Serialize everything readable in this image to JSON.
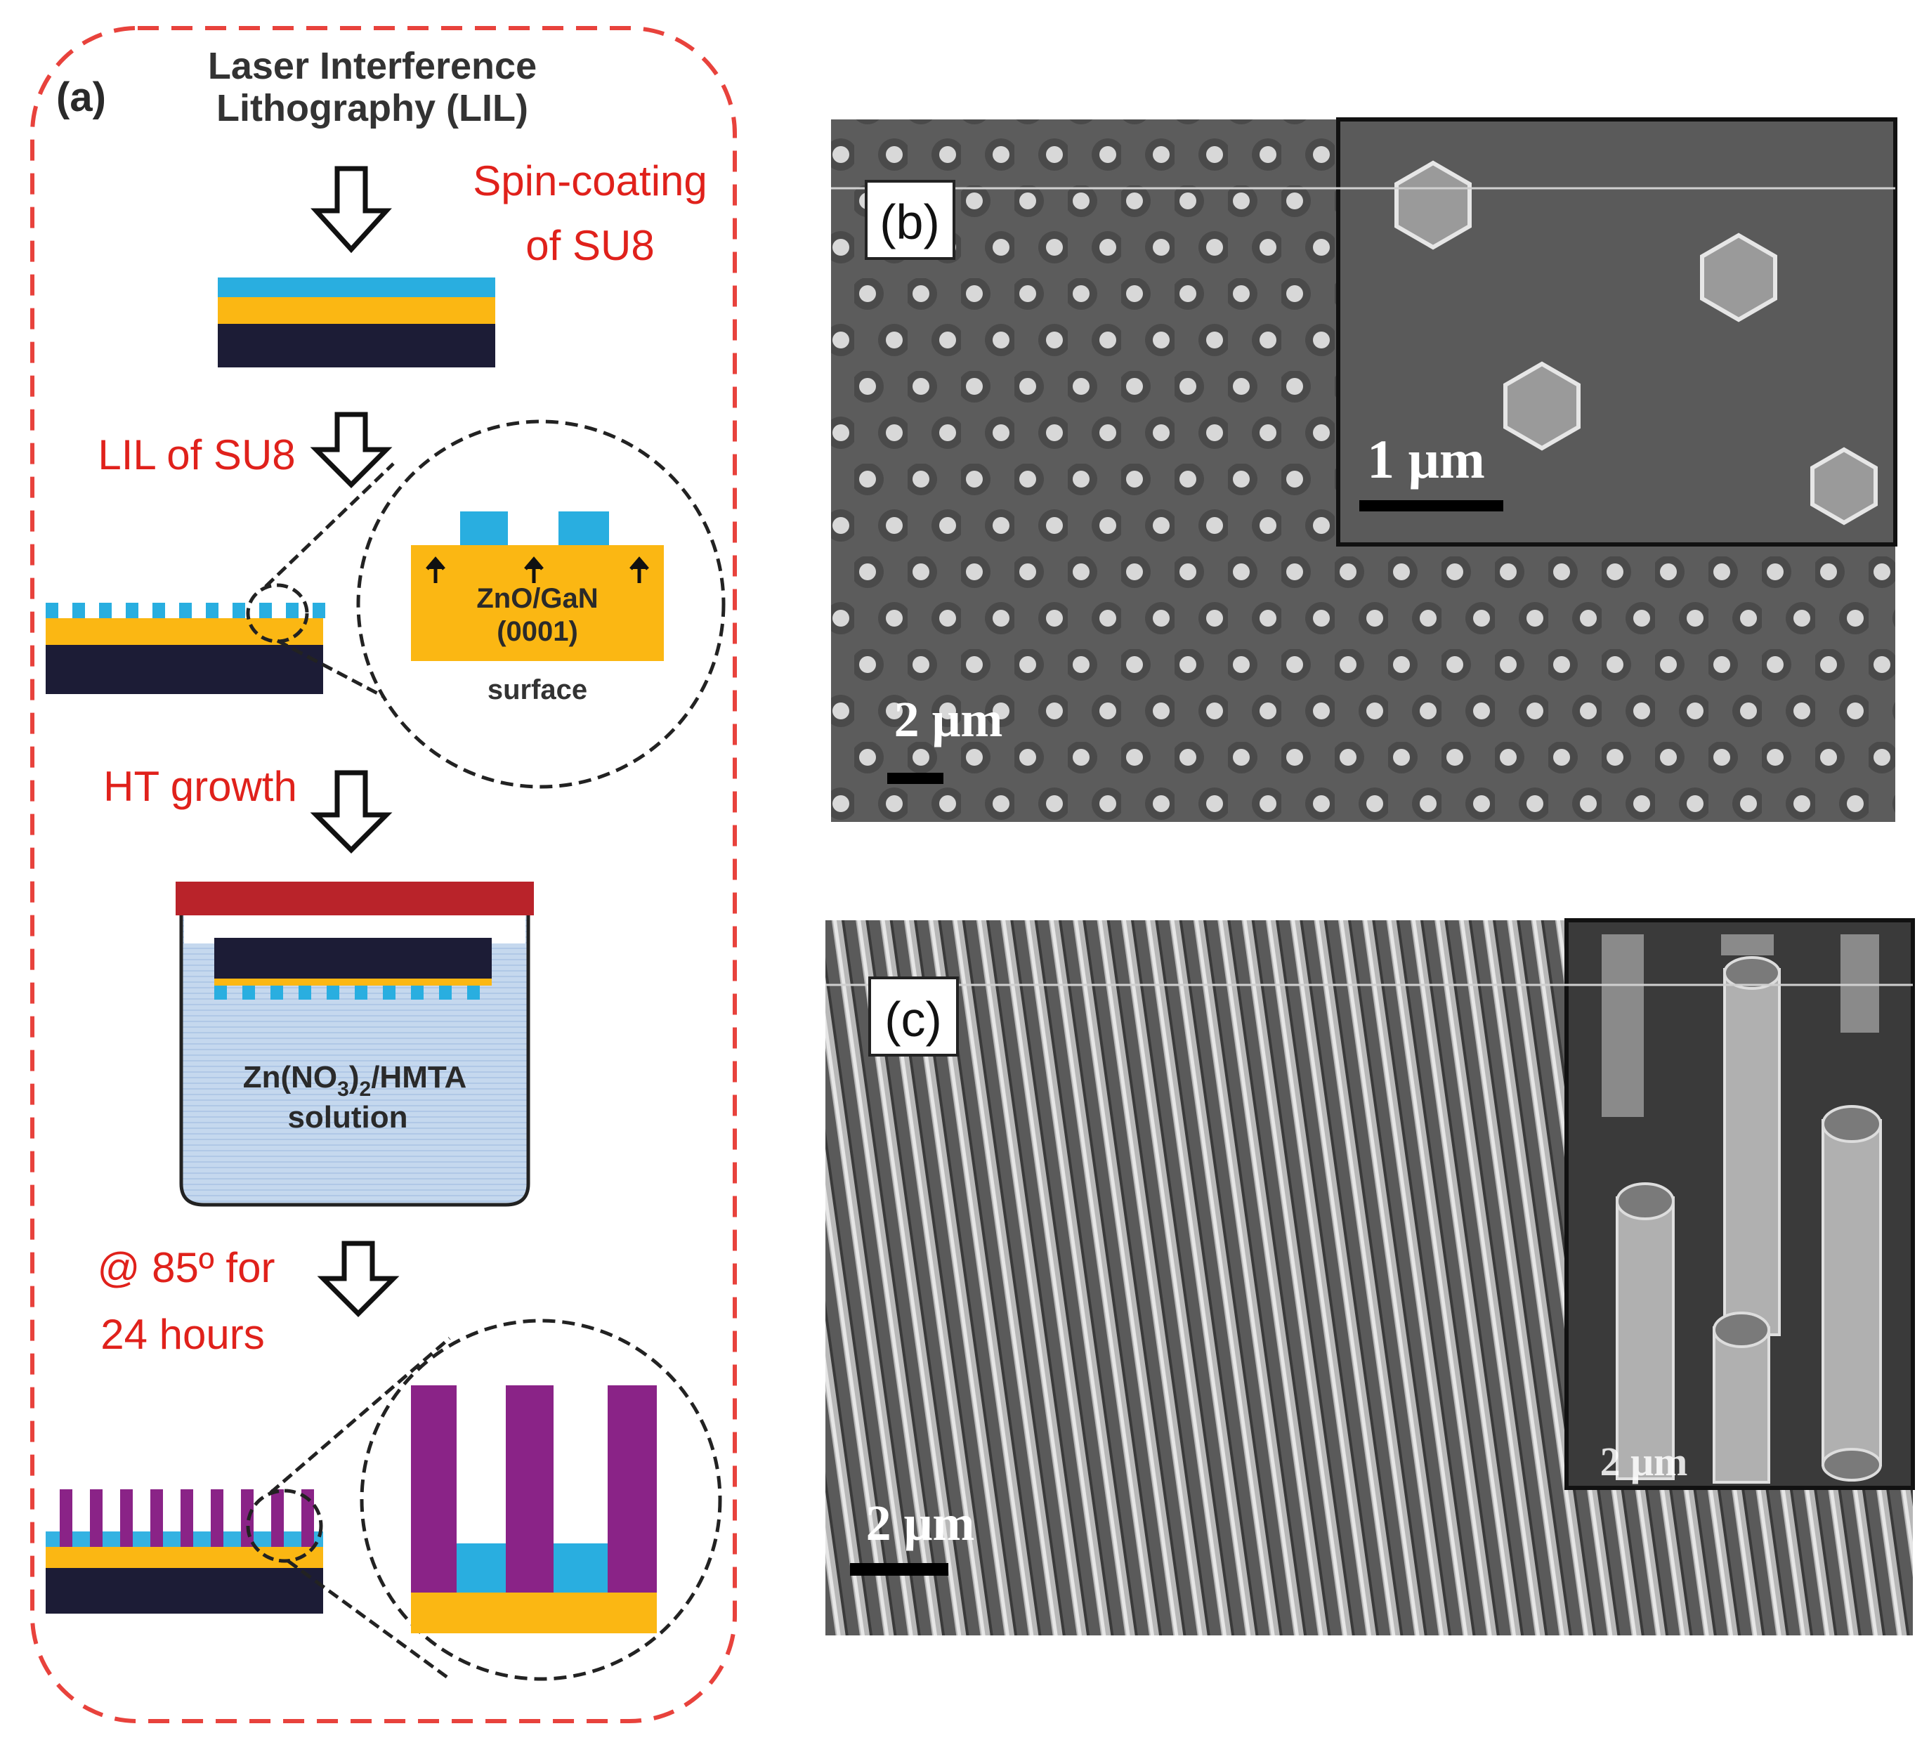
{
  "figure": {
    "panel_a": {
      "label": "(a)",
      "title_line1": "Laser Interference",
      "title_line2": "Lithography (LIL)",
      "step1_line1": "Spin-coating",
      "step1_line2": "of SU8",
      "step2": "LIL of SU8",
      "inset_material_line1": "ZnO/GaN",
      "inset_material_line2": "(0001)",
      "inset_material_line3": "surface",
      "step3": "HT growth",
      "solution_line1": "Zn(NO",
      "solution_sub": "3",
      "solution_line1_tail": ")",
      "solution_sub2": "2",
      "solution_line1_end": "/HMTA",
      "solution_line2": "solution",
      "step4_line1": "@ 85º for",
      "step4_line2": "24 hours"
    },
    "panel_b": {
      "label": "(b)",
      "scalebar_main": "2 μm",
      "scalebar_inset": "1 μm"
    },
    "panel_c": {
      "label": "(c)",
      "scalebar_main": "2 μm",
      "scalebar_inset": "2 μm"
    },
    "colors": {
      "dashed_border": "#e8423c",
      "step_text": "#e0211b",
      "su8_blue": "#29aee0",
      "zno_orange": "#fbb713",
      "substrate_navy": "#1c1c36",
      "rod_purple": "#8a2387",
      "lid_red": "#b9232a",
      "solution_blue": "#c5d8ee"
    }
  }
}
